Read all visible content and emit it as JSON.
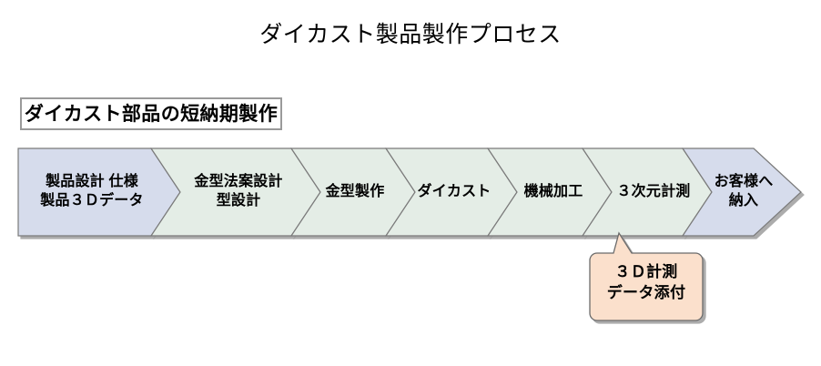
{
  "title": "ダイカスト製品製作プロセス",
  "caption": {
    "text": "ダイカスト部品の短納期製作"
  },
  "colors": {
    "chevron_lavender": "#D6DCEC",
    "chevron_green": "#E4EDE6",
    "chevron_border": "#7A7A7A",
    "callout_fill": "#FBE0CC",
    "callout_border": "#6B6B6B",
    "caption_border": "#9A9A9A",
    "shadow": "#9E9E9E",
    "text": "#000000"
  },
  "process": {
    "steps": [
      {
        "id": "design",
        "line1": "製品設計 仕様",
        "line2": "製品３Ｄデータ",
        "fill": "#D6DCEC"
      },
      {
        "id": "mold-plan",
        "line1": "金型法案設計",
        "line2": "型設計",
        "fill": "#E4EDE6"
      },
      {
        "id": "mold-make",
        "line1": "金型製作",
        "line2": "",
        "fill": "#E4EDE6"
      },
      {
        "id": "die-cast",
        "line1": "ダイカスト",
        "line2": "",
        "fill": "#E4EDE6"
      },
      {
        "id": "machining",
        "line1": "機械加工",
        "line2": "",
        "fill": "#E4EDE6"
      },
      {
        "id": "measurement",
        "line1": "３次元計測",
        "line2": "",
        "fill": "#E4EDE6"
      },
      {
        "id": "delivery",
        "line1": "お客様へ",
        "line2": "納入",
        "fill": "#D6DCEC"
      }
    ]
  },
  "callout": {
    "line1": "３Ｄ計測",
    "line2": "データ添付",
    "attached_to": "measurement"
  }
}
